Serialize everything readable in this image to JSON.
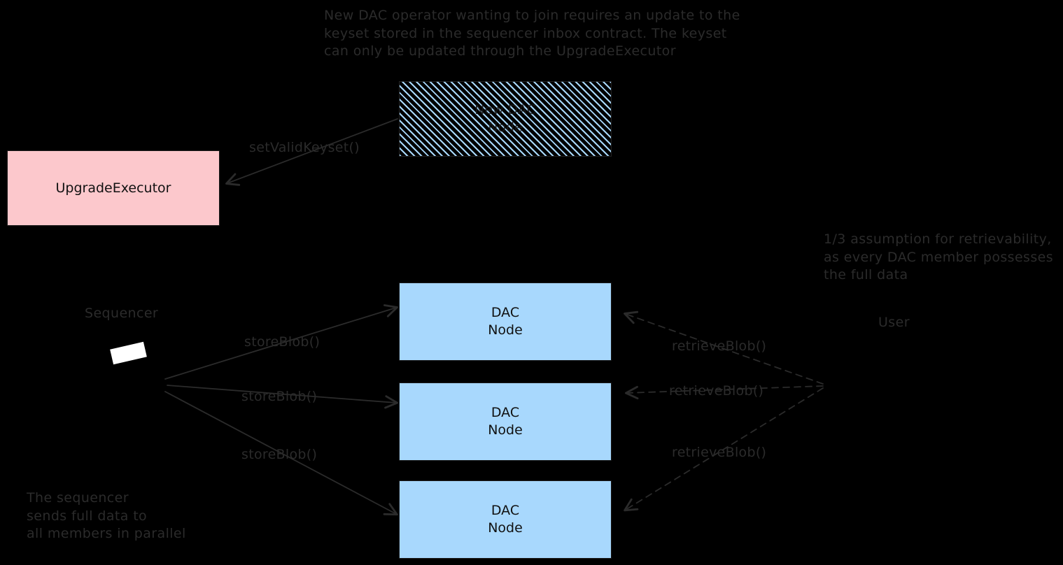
{
  "diagram": {
    "title_note": "New DAC operator wanting to join requires an update to the\nkeyset stored in the sequencer inbox contract. The keyset\ncan only be updated through the UpgradeExecutor",
    "retrievability_note": "1/3 assumption for retrievability,\nas every DAC member possesses\nthe full data",
    "sequencer_note": "The sequencer\nsends full data to\nall members in parallel",
    "colors": {
      "background": "#000000",
      "pink_fill": "#fcc8cc",
      "blue_fill": "#a8d8fd",
      "stroke": "#2b2b2b",
      "text": "#1a1a1a"
    },
    "nodes": [
      {
        "id": "new-dac-node",
        "label": "New DAC\nNode",
        "style": "hatched"
      },
      {
        "id": "upgrade-executor",
        "label": "UpgradeExecutor",
        "style": "pink"
      },
      {
        "id": "dac-node-1",
        "label": "DAC\nNode",
        "style": "blue"
      },
      {
        "id": "dac-node-2",
        "label": "DAC\nNode",
        "style": "blue"
      },
      {
        "id": "dac-node-3",
        "label": "DAC\nNode",
        "style": "blue"
      }
    ],
    "actors": [
      {
        "id": "sequencer",
        "label": "Sequencer"
      },
      {
        "id": "user",
        "label": "User"
      }
    ],
    "edges": [
      {
        "id": "set-valid-keyset",
        "label": "setValidKeyset()",
        "from": "new-dac-node",
        "to": "upgrade-executor",
        "style": "solid"
      },
      {
        "id": "store-blob-1",
        "label": "storeBlob()",
        "from": "sequencer",
        "to": "dac-node-1",
        "style": "solid"
      },
      {
        "id": "store-blob-2",
        "label": "storeBlob()",
        "from": "sequencer",
        "to": "dac-node-2",
        "style": "solid"
      },
      {
        "id": "store-blob-3",
        "label": "storeBlob()",
        "from": "sequencer",
        "to": "dac-node-3",
        "style": "solid"
      },
      {
        "id": "retrieve-blob-1",
        "label": "retrieveBlob()",
        "from": "user",
        "to": "dac-node-1",
        "style": "dashed"
      },
      {
        "id": "retrieve-blob-2",
        "label": "retrieveBlob()",
        "from": "user",
        "to": "dac-node-2",
        "style": "dashed"
      },
      {
        "id": "retrieve-blob-3",
        "label": "retrieveBlob()",
        "from": "user",
        "to": "dac-node-3",
        "style": "dashed"
      }
    ]
  }
}
